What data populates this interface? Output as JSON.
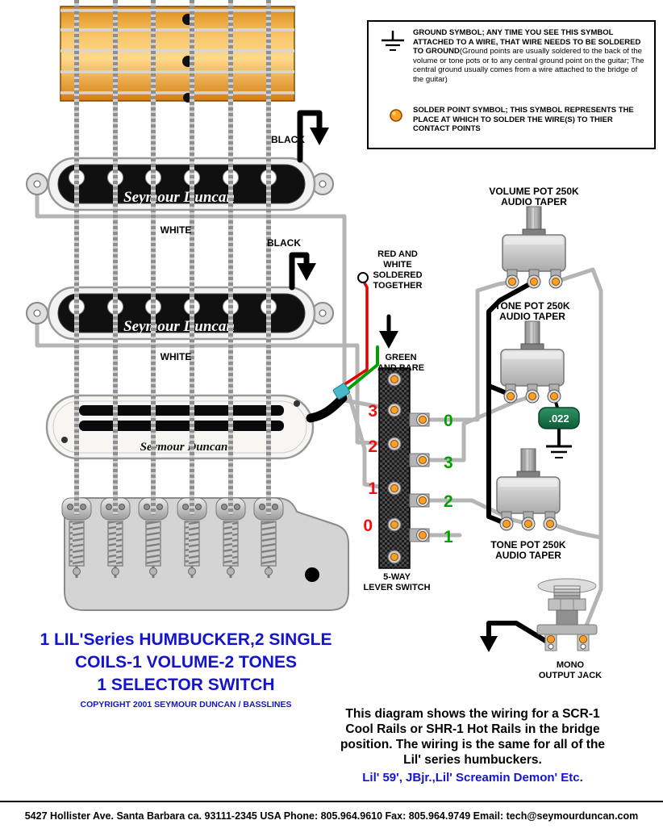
{
  "legend": {
    "ground_bold": "GROUND SYMBOL; ANY TIME YOU SEE THIS SYMBOL ATTACHED TO A WIRE, THAT WIRE NEEDS TO BE SOLDERED TO GROUND",
    "ground_normal": "(Ground points are usually soldered to the back of the volume or tone pots or to any central ground point on the guitar; The central ground usually comes from a wire attached to the bridge of the guitar)",
    "solder_bold": "SOLDER POINT SYMBOL; THIS SYMBOL REPRESENTS THE PLACE AT WHICH TO SOLDER THE WIRE(S) TO THIER CONTACT POINTS"
  },
  "pickups": {
    "neck_logo": "Seymour Duncan",
    "middle_logo": "Seymour Duncan",
    "bridge_logo": "Seymour Duncan"
  },
  "wire_labels": {
    "black_neck": "BLACK",
    "white_neck": "WHITE",
    "black_middle": "BLACK",
    "white_middle": "WHITE",
    "red_white": [
      "RED AND",
      "WHITE",
      "SOLDERED",
      "TOGETHER"
    ],
    "green_bare": [
      "GREEN",
      "AND BARE"
    ]
  },
  "components": {
    "volume_pot": [
      "VOLUME POT 250K",
      "AUDIO TAPER"
    ],
    "tone_pot_1": [
      "TONE POT 250K",
      "AUDIO TAPER"
    ],
    "tone_pot_2": [
      "TONE POT 250K",
      "AUDIO TAPER"
    ],
    "capacitor": ".022",
    "switch": [
      "5-WAY",
      "LEVER SWITCH"
    ],
    "jack": [
      "MONO",
      "OUTPUT JACK"
    ]
  },
  "switch_terminals": {
    "left": [
      "3",
      "2",
      "1",
      "0"
    ],
    "right": [
      "0",
      "3",
      "2",
      "1"
    ]
  },
  "title": {
    "line1": "1 LIL'Series HUMBUCKER,2 SINGLE",
    "line2": "COILS-1 VOLUME-2 TONES",
    "line3": "1 SELECTOR SWITCH",
    "copyright": "COPYRIGHT 2001 SEYMOUR DUNCAN / BASSLINES"
  },
  "note": {
    "lines": [
      "This diagram shows the wiring for a SCR-1",
      "Cool Rails or SHR-1 Hot Rails in the bridge",
      "position. The wiring is the same for all of the",
      "Lil' series humbuckers."
    ],
    "models": "Lil' 59', JBjr.,Lil' Screamin Demon' Etc."
  },
  "footer": {
    "text": "5427 Hollister Ave. Santa Barbara ca. 93111-2345 USA Phone: 805.964.9610 Fax: 805.964.9749 Email: tech@seymourduncan.com"
  },
  "colors": {
    "wire_gray": "#b5b5b5",
    "wire_black": "#000000",
    "wire_red": "#e00000",
    "wire_green": "#00a000",
    "solder_orange": "#ffa024",
    "cap_green": "#17734a",
    "title_blue": "#1414cc",
    "number_red": "#ee1111",
    "number_green": "#00a000"
  }
}
